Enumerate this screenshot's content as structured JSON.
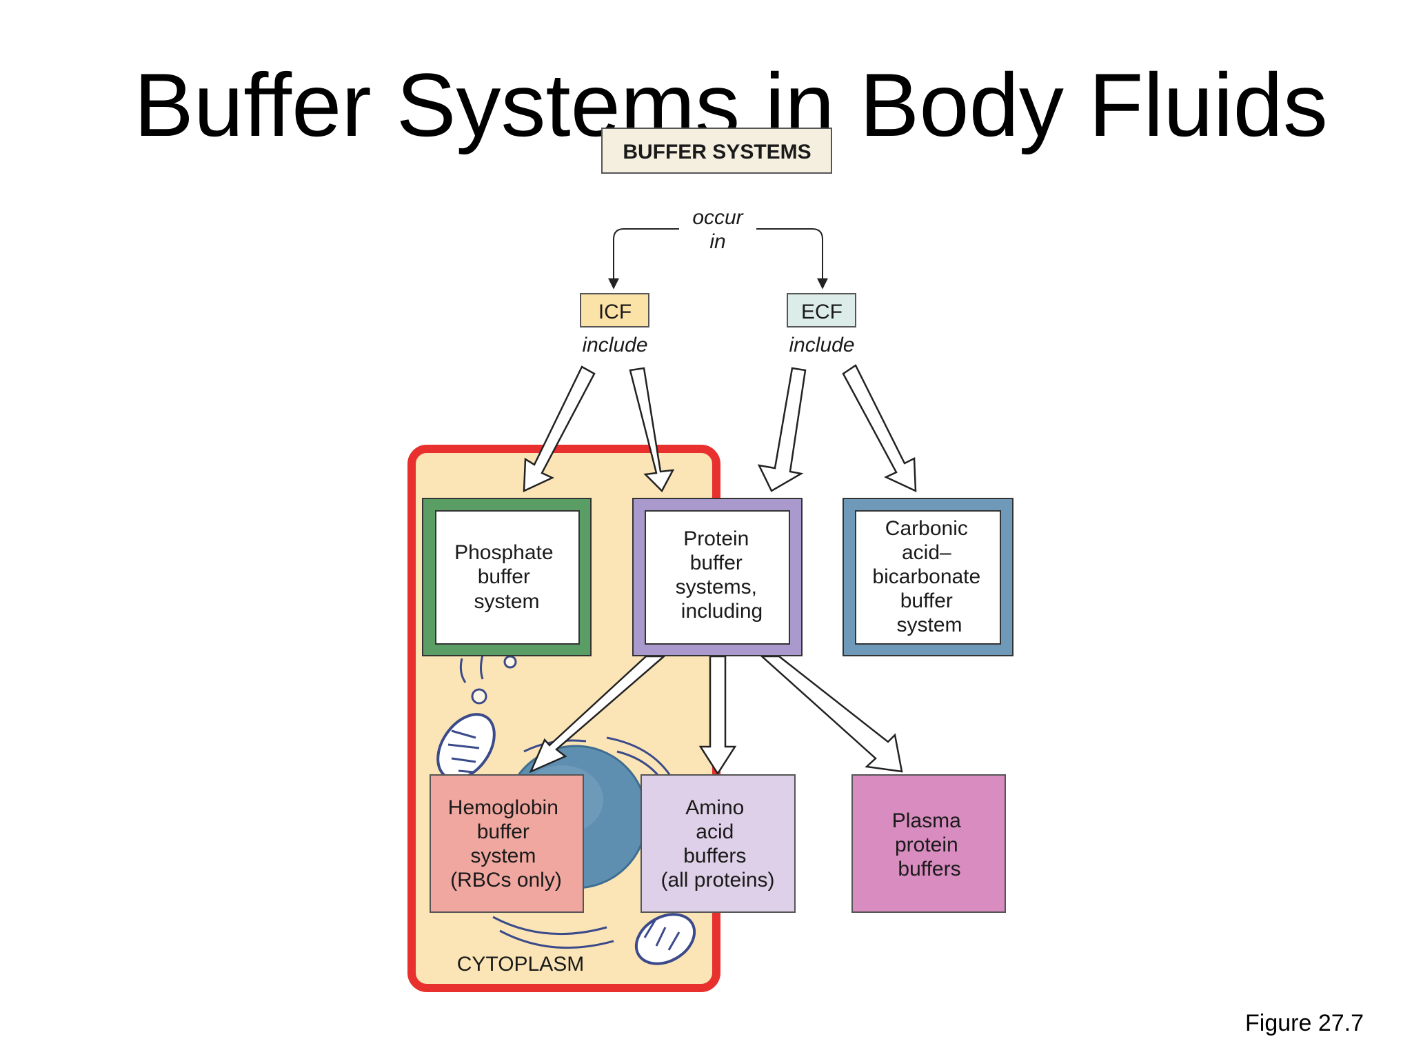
{
  "slide": {
    "title": "Buffer Systems in Body Fluids",
    "figure_label": "Figure 27.7"
  },
  "diagram": {
    "root": "BUFFER SYSTEMS",
    "root_connector": [
      "occur",
      "in"
    ],
    "compartments": [
      {
        "label": "ICF",
        "connector": "include"
      },
      {
        "label": "ECF",
        "connector": "include"
      }
    ],
    "systems": {
      "phosphate": [
        "Phosphate",
        "buffer",
        "system"
      ],
      "protein": [
        "Protein",
        "buffer",
        "systems,",
        "including"
      ],
      "carbonic": [
        "Carbonic",
        "acid–",
        "bicarbonate",
        "buffer",
        "system"
      ]
    },
    "protein_subtypes": {
      "hemoglobin": [
        "Hemoglobin",
        "buffer",
        "system",
        "(RBCs only)"
      ],
      "amino_acid": [
        "Amino",
        "acid",
        "buffers",
        "(all proteins)"
      ],
      "plasma_protein": [
        "Plasma",
        "protein",
        "buffers"
      ]
    },
    "cell_region_label": "CYTOPLASM",
    "colors": {
      "cytoplasm_fill": "#FBE5B6",
      "cell_border": "#E8312E",
      "icf_box": "#FBE2A6",
      "ecf_box": "#DCEDE9",
      "phosphate_border": "#5A9E65",
      "protein_border": "#A999CC",
      "carbonic_border": "#6E99B8",
      "hemoglobin_fill": "#EFA7A0",
      "amino_acid_fill": "#DED0E8",
      "plasma_protein_fill": "#D88CBF",
      "nucleus": "#5F8FB0"
    }
  }
}
